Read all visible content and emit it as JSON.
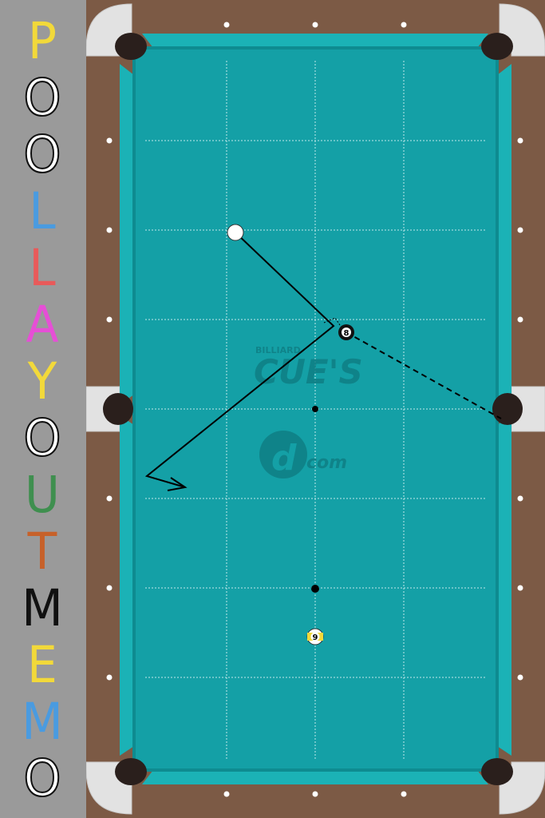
{
  "title": {
    "letters": [
      {
        "char": "P",
        "color": "#f2d93a"
      },
      {
        "char": "O",
        "color": "#ffffff"
      },
      {
        "char": "O",
        "color": "#ffffff"
      },
      {
        "char": "L",
        "color": "#4a9be0"
      },
      {
        "char": "L",
        "color": "#e85a5a"
      },
      {
        "char": "A",
        "color": "#e64fd6"
      },
      {
        "char": "Y",
        "color": "#f2d93a"
      },
      {
        "char": "O",
        "color": "#ffffff"
      },
      {
        "char": "U",
        "color": "#3f8f4f"
      },
      {
        "char": "T",
        "color": "#c7612a"
      },
      {
        "char": "M",
        "color": "#111111"
      },
      {
        "char": "E",
        "color": "#f2d93a"
      },
      {
        "char": "M",
        "color": "#4a9be0"
      },
      {
        "char": "O",
        "color": "#ffffff"
      }
    ]
  },
  "watermark": {
    "small": "BILLIARD",
    "big": "CUE'S",
    "sub": "com"
  },
  "balls": {
    "cue": {
      "label": ""
    },
    "eight": {
      "label": "8"
    },
    "nine": {
      "label": "9"
    }
  },
  "colors": {
    "felt": "#14a0a6",
    "felt_dark": "#0f8a8f",
    "rail": "#7c5a45",
    "cushion_frame": "#e0e0e0",
    "pocket": "#2a1f1c",
    "sidebar": "#9a9a9a"
  }
}
